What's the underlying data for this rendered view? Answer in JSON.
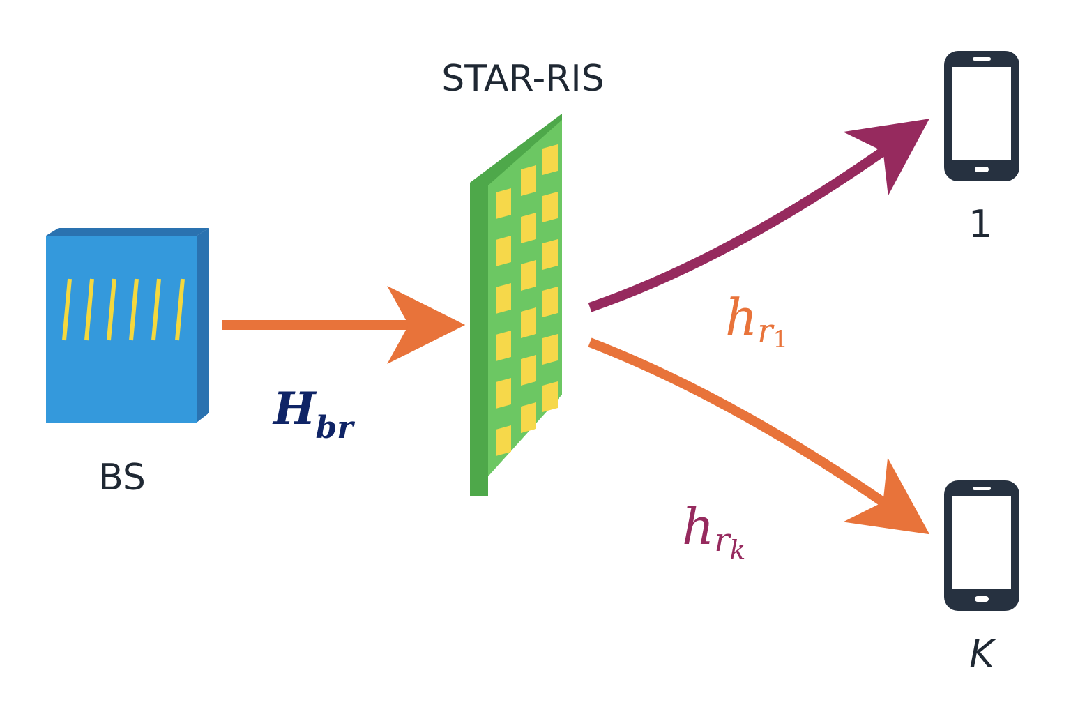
{
  "nodes": {
    "base_station": {
      "label": "BS"
    },
    "star_ris": {
      "label": "STAR-RIS"
    },
    "user_1": {
      "label": "1"
    },
    "user_k": {
      "label": "K"
    }
  },
  "links": {
    "bs_to_ris": {
      "symbol": "H",
      "subscript": "br",
      "color": "#e8733a",
      "label_color": "#0f2466"
    },
    "ris_to_user_1": {
      "symbol": "h",
      "subscript": "r",
      "subsubscript": "1",
      "color": "#962a5e",
      "label_color": "#e8733a"
    },
    "ris_to_user_k": {
      "symbol": "h",
      "subscript": "r",
      "subsubscript": "k",
      "color": "#e8733a",
      "label_color": "#962a5e"
    }
  },
  "colors": {
    "bs_front": "#3499dc",
    "bs_side": "#2a72b0",
    "antenna": "#f4d83e",
    "ris_front": "#6cc763",
    "ris_side": "#4ea84a",
    "ris_element": "#f6d84a",
    "phone_body": "#263140",
    "phone_screen": "#ffffff",
    "text": "#1f2833"
  },
  "icons": [
    "base-station-icon",
    "star-ris-panel-icon",
    "smartphone-icon"
  ]
}
